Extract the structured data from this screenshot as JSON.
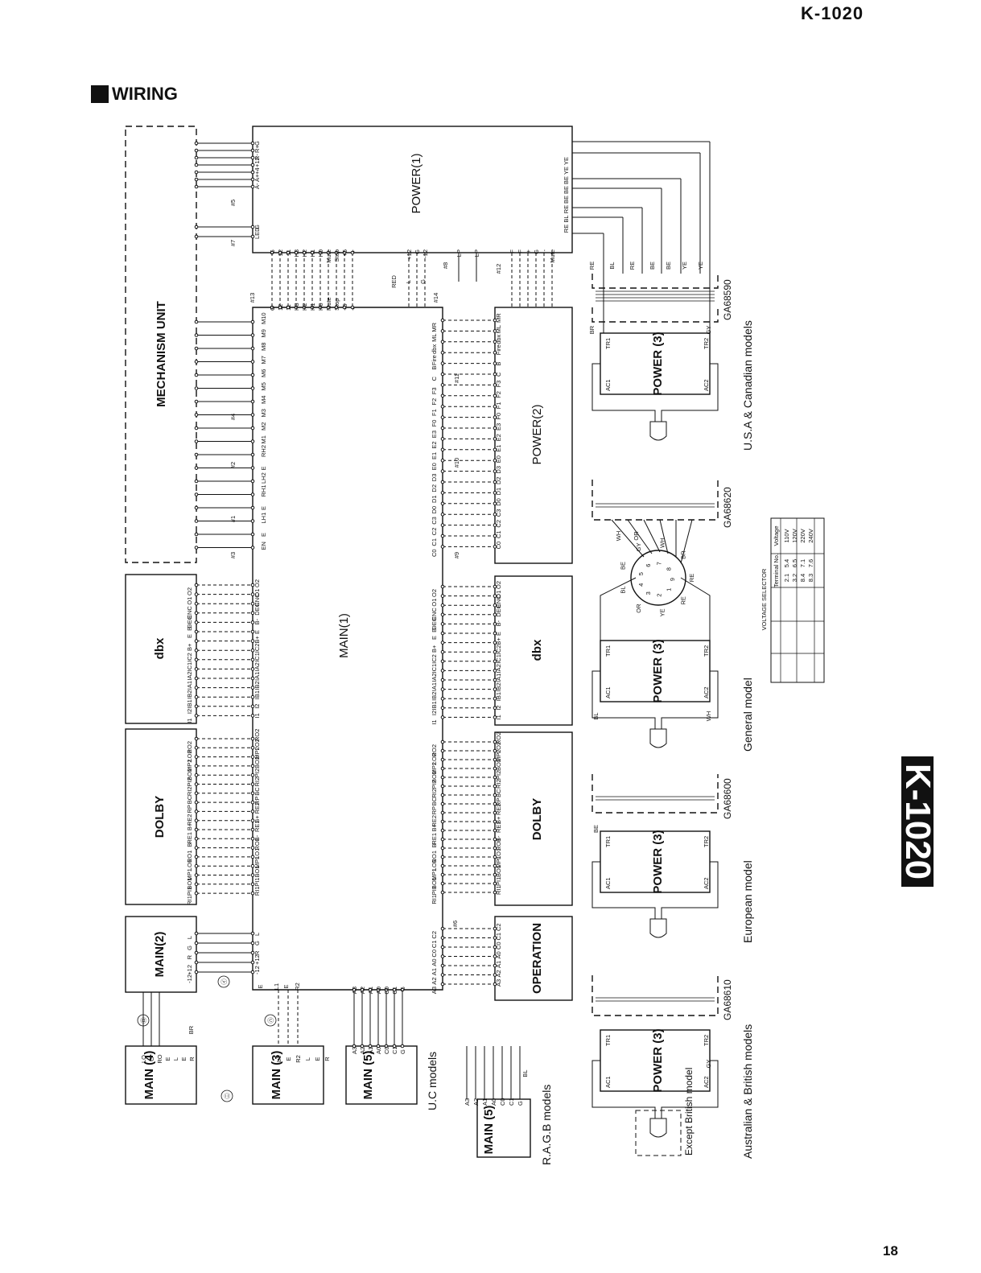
{
  "header": {
    "model": "K-1020",
    "page_number": "18"
  },
  "section": {
    "title": "WIRING"
  },
  "side_tab": {
    "label": "K-1020"
  },
  "blocks": {
    "mechanism": "MECHANISM UNIT",
    "power1": "POWER(1)",
    "power2": "POWER(2)",
    "main1": "MAIN(1)",
    "main2": "MAIN(2)",
    "dbx": "dbx",
    "dolby": "DOLBY",
    "operation": "OPERATION",
    "main4": "MAIN (4)",
    "main3": "MAIN (3)",
    "main5": "MAIN (5)",
    "power3": "POWER (3)"
  },
  "connectors": [
    "#1",
    "#2",
    "#3",
    "#4",
    "#5",
    "#6",
    "#7",
    "#8",
    "#9",
    "#10",
    "#11",
    "#12",
    "#13",
    "#14"
  ],
  "pins": {
    "power1_top": [
      "G",
      "R+",
      "R-",
      "+12",
      "+4",
      "A+",
      "A-"
    ],
    "power1_led": [
      "G",
      "LED"
    ],
    "power1_bottom": [
      "G",
      "12",
      "11",
      "H3",
      "H2",
      "H1",
      "H0",
      "Mute",
      "Stop",
      "+5",
      "+"
    ],
    "power1_mid": [
      "+12",
      "G",
      "-12"
    ],
    "power1_lp": [
      "LP",
      "LP"
    ],
    "power1_right": [
      "F",
      "F",
      "+",
      "G",
      "-",
      "Mute"
    ],
    "power1_out": [
      "YE",
      "YE",
      "BE",
      "BE",
      "BE",
      "RE",
      "BL",
      "RE"
    ],
    "mech": [
      "M10",
      "M9",
      "M8",
      "M7",
      "M6",
      "M5",
      "M4",
      "M3",
      "M2",
      "M1",
      "RH2",
      "E",
      "LH2",
      "RH1",
      "E",
      "LH1",
      "E",
      "EN"
    ],
    "power2": [
      "MR",
      "ML",
      "dbx",
      "Fire",
      "B",
      "C",
      "F3",
      "F2",
      "F1",
      "F0",
      "E3",
      "E2",
      "E1",
      "E0",
      "D3",
      "D2",
      "D1",
      "D0",
      "C3",
      "C2",
      "C1",
      "C0"
    ],
    "dbx": [
      "O2",
      "O1",
      "ENC",
      "DEC",
      "B-",
      "E",
      "B+",
      "IC2",
      "IC1",
      "IA2",
      "IA1",
      "IB2",
      "IB1",
      "I2",
      "I1"
    ],
    "dolby": [
      "RO2",
      "LO2",
      "MP2",
      "BO2",
      "PI2",
      "RI2",
      "BC",
      "RP",
      "RE2",
      "B+",
      "RE1",
      "B-",
      "RO1",
      "LO1",
      "MP1",
      "BO1",
      "PI1",
      "RI1"
    ],
    "main2": [
      "L",
      "G",
      "R",
      "+12",
      "-12"
    ],
    "operation": [
      "C2",
      "C1",
      "C0",
      "A0",
      "A1",
      "A2",
      "A3"
    ],
    "main4": [
      "LO",
      "G",
      "RO",
      "E",
      "L",
      "E",
      "R"
    ],
    "main3": [
      "L1",
      "E",
      "R2",
      "L",
      "E",
      "R"
    ],
    "main5": [
      "A3",
      "A2",
      "A1",
      "A0",
      "C0",
      "C1",
      "G"
    ],
    "wires_mid": [
      "RED",
      "L",
      "G"
    ],
    "misc": [
      "BR",
      "E",
      "L1",
      "E",
      "R2",
      "BL"
    ],
    "power3_terms": [
      "TR1",
      "TR2",
      "AC1",
      "AC2"
    ],
    "wire_colors": [
      "RE",
      "BL",
      "RE",
      "BE",
      "BE",
      "YE",
      "YE",
      "BR",
      "GY",
      "BE",
      "WH",
      "OR",
      "BL",
      "WH",
      "GY"
    ]
  },
  "tap_labels": [
    "RE",
    "RE",
    "YE",
    "OR",
    "BL",
    "BE",
    "GY",
    "WH",
    "BR"
  ],
  "callouts": [
    "㋑",
    "㋺",
    "㋩",
    "㋥"
  ],
  "models": {
    "uc": "U.C models",
    "ragb": "R.A.G.B models",
    "usa": "U.S.A & Canadian models",
    "general": "General model",
    "european": "European model",
    "australian": "Australian & British models",
    "except_british": "Except British model"
  },
  "parts": {
    "usa": "GA68590",
    "general": "GA68620",
    "european": "GA68600",
    "australian": "GA68610"
  },
  "voltage_selector": {
    "title": "VOLTAGE SELECTOR",
    "headers": [
      "Voltage",
      "Terminal No."
    ],
    "rows": [
      [
        "110V",
        "5.4",
        "2.1"
      ],
      [
        "120V",
        "6.5",
        "3.2"
      ],
      [
        "220V",
        "7.1",
        "8.4"
      ],
      [
        "240V",
        "7.6",
        "8.3"
      ]
    ]
  }
}
